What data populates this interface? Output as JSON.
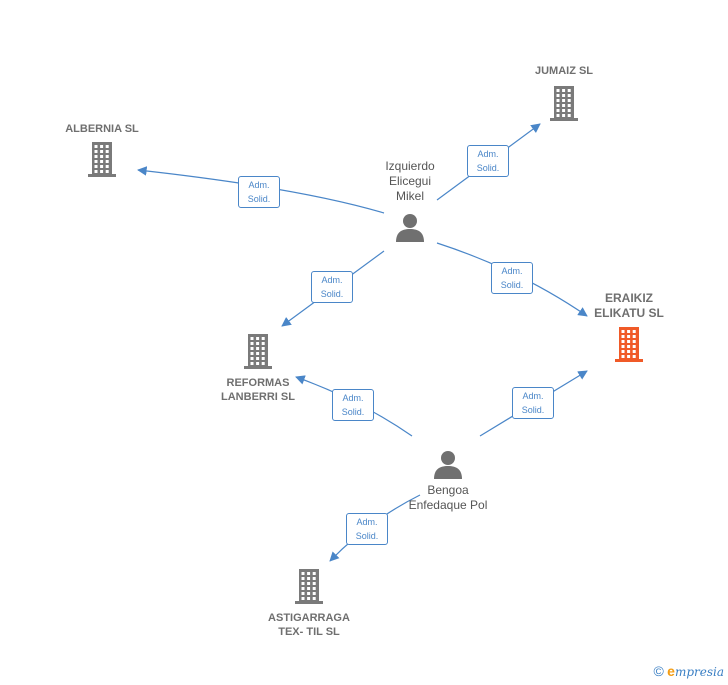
{
  "colors": {
    "edge": "#4a86c8",
    "company_icon": "#7a7a7a",
    "company_highlight": "#f05a28",
    "person_icon": "#707070"
  },
  "nodes": {
    "albernia": {
      "label": "ALBERNIA SL",
      "icon": "building-icon"
    },
    "jumaiz": {
      "label": "JUMAIZ SL",
      "icon": "building-icon"
    },
    "izquierdo": {
      "label_lines": [
        "Izquierdo",
        "Elicegui",
        "Mikel"
      ],
      "icon": "person-icon"
    },
    "eraikiz": {
      "label_lines": [
        "ERAIKIZ",
        "ELIKATU  SL"
      ],
      "icon": "building-icon",
      "highlight": true
    },
    "reformas": {
      "label_lines": [
        "REFORMAS",
        "LANBERRI  SL"
      ],
      "icon": "building-icon"
    },
    "bengoa": {
      "label_lines": [
        "Bengoa",
        "Enfedaque Pol"
      ],
      "icon": "person-icon"
    },
    "astigarraga": {
      "label_lines": [
        "ASTIGARRAGA",
        "TEX- TIL SL"
      ],
      "icon": "building-icon"
    }
  },
  "edges": [
    {
      "from": "izquierdo",
      "to": "albernia",
      "label_lines": [
        "Adm.",
        "Solid."
      ]
    },
    {
      "from": "izquierdo",
      "to": "jumaiz",
      "label_lines": [
        "Adm.",
        "Solid."
      ]
    },
    {
      "from": "izquierdo",
      "to": "reformas",
      "label_lines": [
        "Adm.",
        "Solid."
      ]
    },
    {
      "from": "izquierdo",
      "to": "eraikiz",
      "label_lines": [
        "Adm.",
        "Solid."
      ]
    },
    {
      "from": "bengoa",
      "to": "reformas",
      "label_lines": [
        "Adm.",
        "Solid."
      ]
    },
    {
      "from": "bengoa",
      "to": "eraikiz",
      "label_lines": [
        "Adm.",
        "Solid."
      ]
    },
    {
      "from": "bengoa",
      "to": "astigarraga",
      "label_lines": [
        "Adm.",
        "Solid."
      ]
    }
  ],
  "footer": {
    "copyright": "©",
    "brand_initial": "e",
    "brand_rest": "mpresia"
  }
}
